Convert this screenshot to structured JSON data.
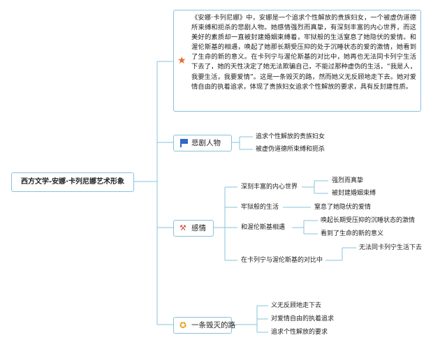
{
  "root": {
    "title": "西方文学-安娜·卡列尼娜艺术形象"
  },
  "summary": {
    "icon": "star-icon",
    "text": "《安娜·卡列尼娜》中，安娜是一个追求个性解放的贵族妇女，一个被虚伪道德所束缚和扼杀的悲剧人物。她感情强烈而真挚，有深刻丰富的内心世界，而这美好的素质却一直被封建婚姻束缚着，牢狱般的生活窒息了她隐伏的爱情。和渥伦斯基的相遇，唤起了她那长期受压抑的处于沉睡状态的爱的激情，她看到了生命的新的意义。在卡列宁与渥伦斯基的对比中，她再也无法同卡列宁生活下去了，她的天性决定了她无法欺骗自己，不能过那种虚伪的生活，“我是人，我要生活，我要爱情”。这是一条毁灭的路，然而她义无反顾地走下去。她对爱情自由的执着追求，体现了贵族妇女追求个性解放的要求，具有反封建性质。"
  },
  "branches": {
    "tragic": {
      "label": "悲剧人物",
      "icon": "flag-icon",
      "items": [
        "追求个性解放的贵族妇女",
        "被虚伪道德所束缚和扼杀"
      ]
    },
    "emotion": {
      "label": "感情",
      "icon": "tools-icon",
      "subs": [
        {
          "label": "深刻丰富的内心世界",
          "items": [
            "强烈而真挚",
            "被封建婚姻束缚"
          ]
        },
        {
          "label": "牢狱般的生活",
          "items": [
            "窒息了她隐伏的爱情"
          ]
        },
        {
          "label": "和渥伦斯基相遇",
          "items": [
            "唤起长期受压抑的沉睡状态的激情",
            "看到了生命的新的意义"
          ]
        },
        {
          "label": "在卡列宁与渥伦斯基的对比中",
          "items": [
            "无法同卡列宁生活下去"
          ]
        }
      ]
    },
    "road": {
      "label": "一条毁灭的路",
      "icon": "medal-icon",
      "items": [
        "义无反顾地走下去",
        "对爱情自由的执着追求",
        "追求个性解放的要求"
      ]
    }
  },
  "colors": {
    "line": "#87c3dc",
    "border": "#87c3dc",
    "star": "#e86a2c",
    "flag": "#2f68c7"
  }
}
